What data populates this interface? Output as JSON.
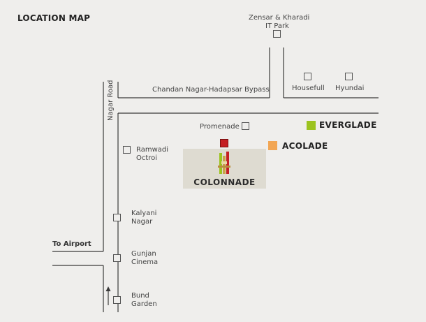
{
  "map": {
    "title": "LOCATION MAP",
    "roads": {
      "bypass": "Chandan Nagar-Hadapsar Bypass",
      "nagar_road": "Nagar Road",
      "to_airport": "To Airport"
    },
    "places": {
      "zensar_line1": "Zensar & Kharadi",
      "zensar_line2": "IT Park",
      "housefull": "Housefull",
      "hyundai": "Hyundai",
      "promenade": "Promenade",
      "ramwadi_line1": "Ramwadi",
      "ramwadi_line2": "Octroi",
      "kalyani_line1": "Kalyani",
      "kalyani_line2": "Nagar",
      "gunjan_line1": "Gunjan",
      "gunjan_line2": "Cinema",
      "bund_line1": "Bund",
      "bund_line2": "Garden"
    },
    "legend": [
      {
        "label": "EVERGLADE",
        "color": "#9cc31f"
      },
      {
        "label": "ACOLADE",
        "color": "#f2a654"
      }
    ],
    "project": {
      "name": "COLONNADE",
      "marker_color": "#c41e23"
    },
    "road_color": "#3a3a3a"
  }
}
